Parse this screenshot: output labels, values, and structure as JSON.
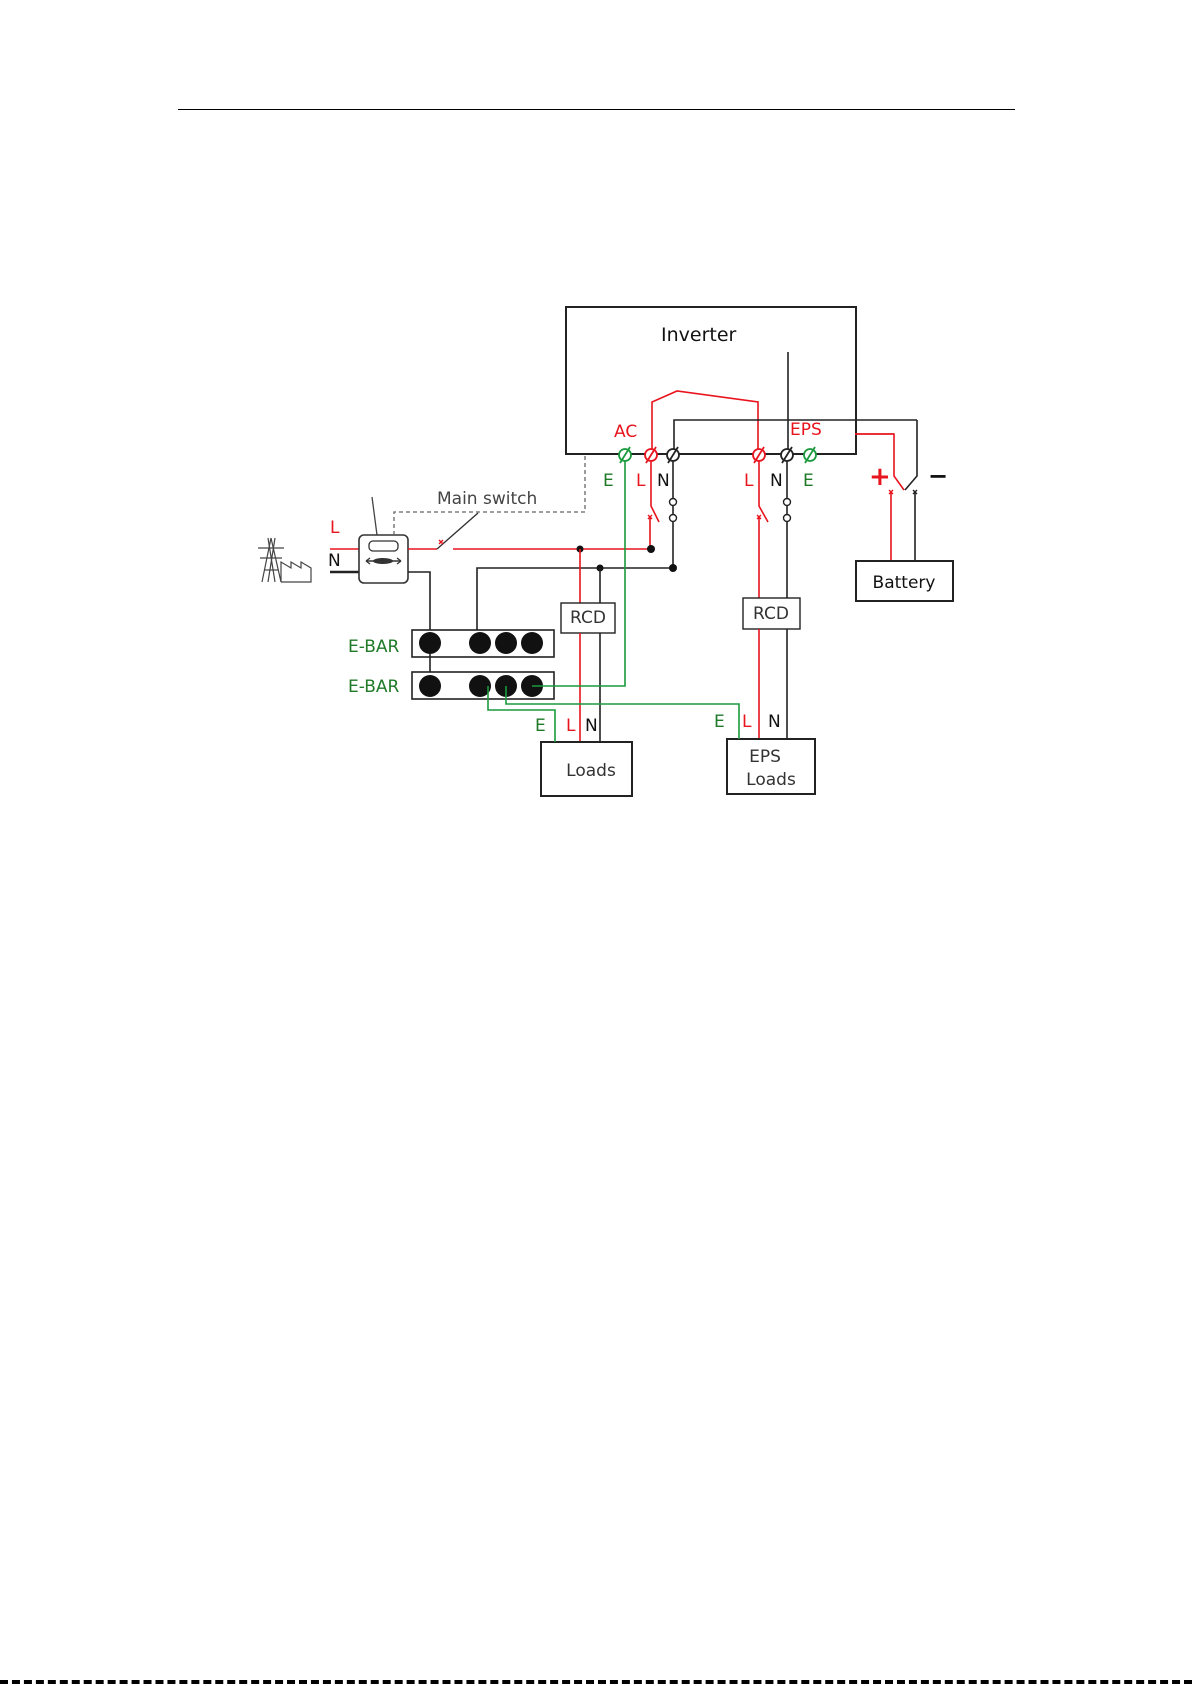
{
  "diagram": {
    "inverter": "Inverter",
    "ac_port": "AC",
    "eps_port": "EPS",
    "main_switch": "Main switch",
    "battery": "Battery",
    "loads": "Loads",
    "eps_loads_line1": "EPS",
    "eps_loads_line2": "Loads",
    "rcd": "RCD",
    "e_bar": "E-BAR",
    "line_label": "L",
    "neutral_label": "N",
    "earth_label": "E",
    "battery_plus": "+",
    "battery_minus": "−"
  },
  "colors": {
    "line_live": "#e8141e",
    "line_earth": "#1a9a3c",
    "line_neutral": "#222222",
    "label_green": "#1e7a28",
    "label_red": "#e8141e"
  },
  "icons": {
    "grid": "power-tower-icon",
    "meter": "energy-meter-icon"
  }
}
